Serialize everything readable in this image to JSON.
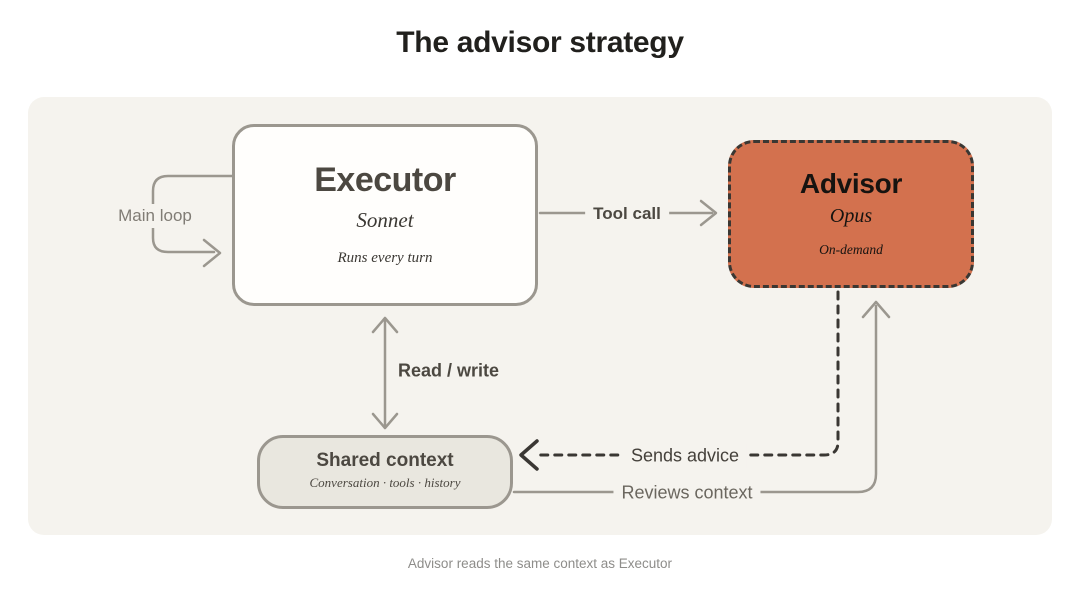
{
  "title": "The advisor strategy",
  "caption": "Advisor reads the same context as Executor",
  "colors": {
    "page_bg": "#ffffff",
    "panel_bg": "#f5f3ee",
    "executor_bg": "#fffefc",
    "advisor_bg": "#d3714e",
    "advisor_border": "#3a3733",
    "shared_bg": "#e9e7df",
    "box_border_gray": "#9b978f",
    "wire_gray": "#9b978f",
    "wire_dark_dashed": "#3a3733",
    "text_dark": "#4c4841"
  },
  "nodes": {
    "executor": {
      "title": "Executor",
      "subtitle": "Sonnet",
      "note": "Runs every turn"
    },
    "advisor": {
      "title": "Advisor",
      "subtitle": "Opus",
      "note": "On-demand"
    },
    "shared_context": {
      "title": "Shared context",
      "note": "Conversation · tools · history"
    }
  },
  "edges": {
    "main_loop": "Main loop",
    "tool_call": "Tool call",
    "read_write": "Read / write",
    "sends_advice": "Sends advice",
    "reviews_context": "Reviews context"
  }
}
